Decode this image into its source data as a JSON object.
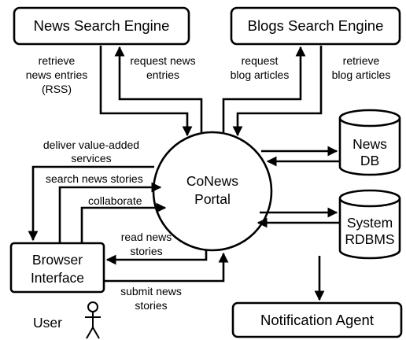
{
  "nodes": {
    "news_search_engine": "News Search Engine",
    "blogs_search_engine": "Blogs Search Engine",
    "portal": [
      "CoNews",
      "Portal"
    ],
    "news_db": [
      "News",
      "DB"
    ],
    "system_rdbms": [
      "System",
      "RDBMS"
    ],
    "browser_interface": [
      "Browser",
      "Interface"
    ],
    "notification_agent": "Notification Agent",
    "user": "User"
  },
  "edges": {
    "retrieve_news": [
      "retrieve",
      "news entries",
      "(RSS)"
    ],
    "request_news": [
      "request news",
      "entries"
    ],
    "request_blog": [
      "request",
      "blog articles"
    ],
    "retrieve_blog": [
      "retrieve",
      "blog articles"
    ],
    "deliver_services": [
      "deliver value-added",
      "services"
    ],
    "search_stories": "search news stories",
    "collaborate": "collaborate",
    "read_stories": [
      "read news",
      "stories"
    ],
    "submit_stories": [
      "submit news",
      "stories"
    ]
  }
}
